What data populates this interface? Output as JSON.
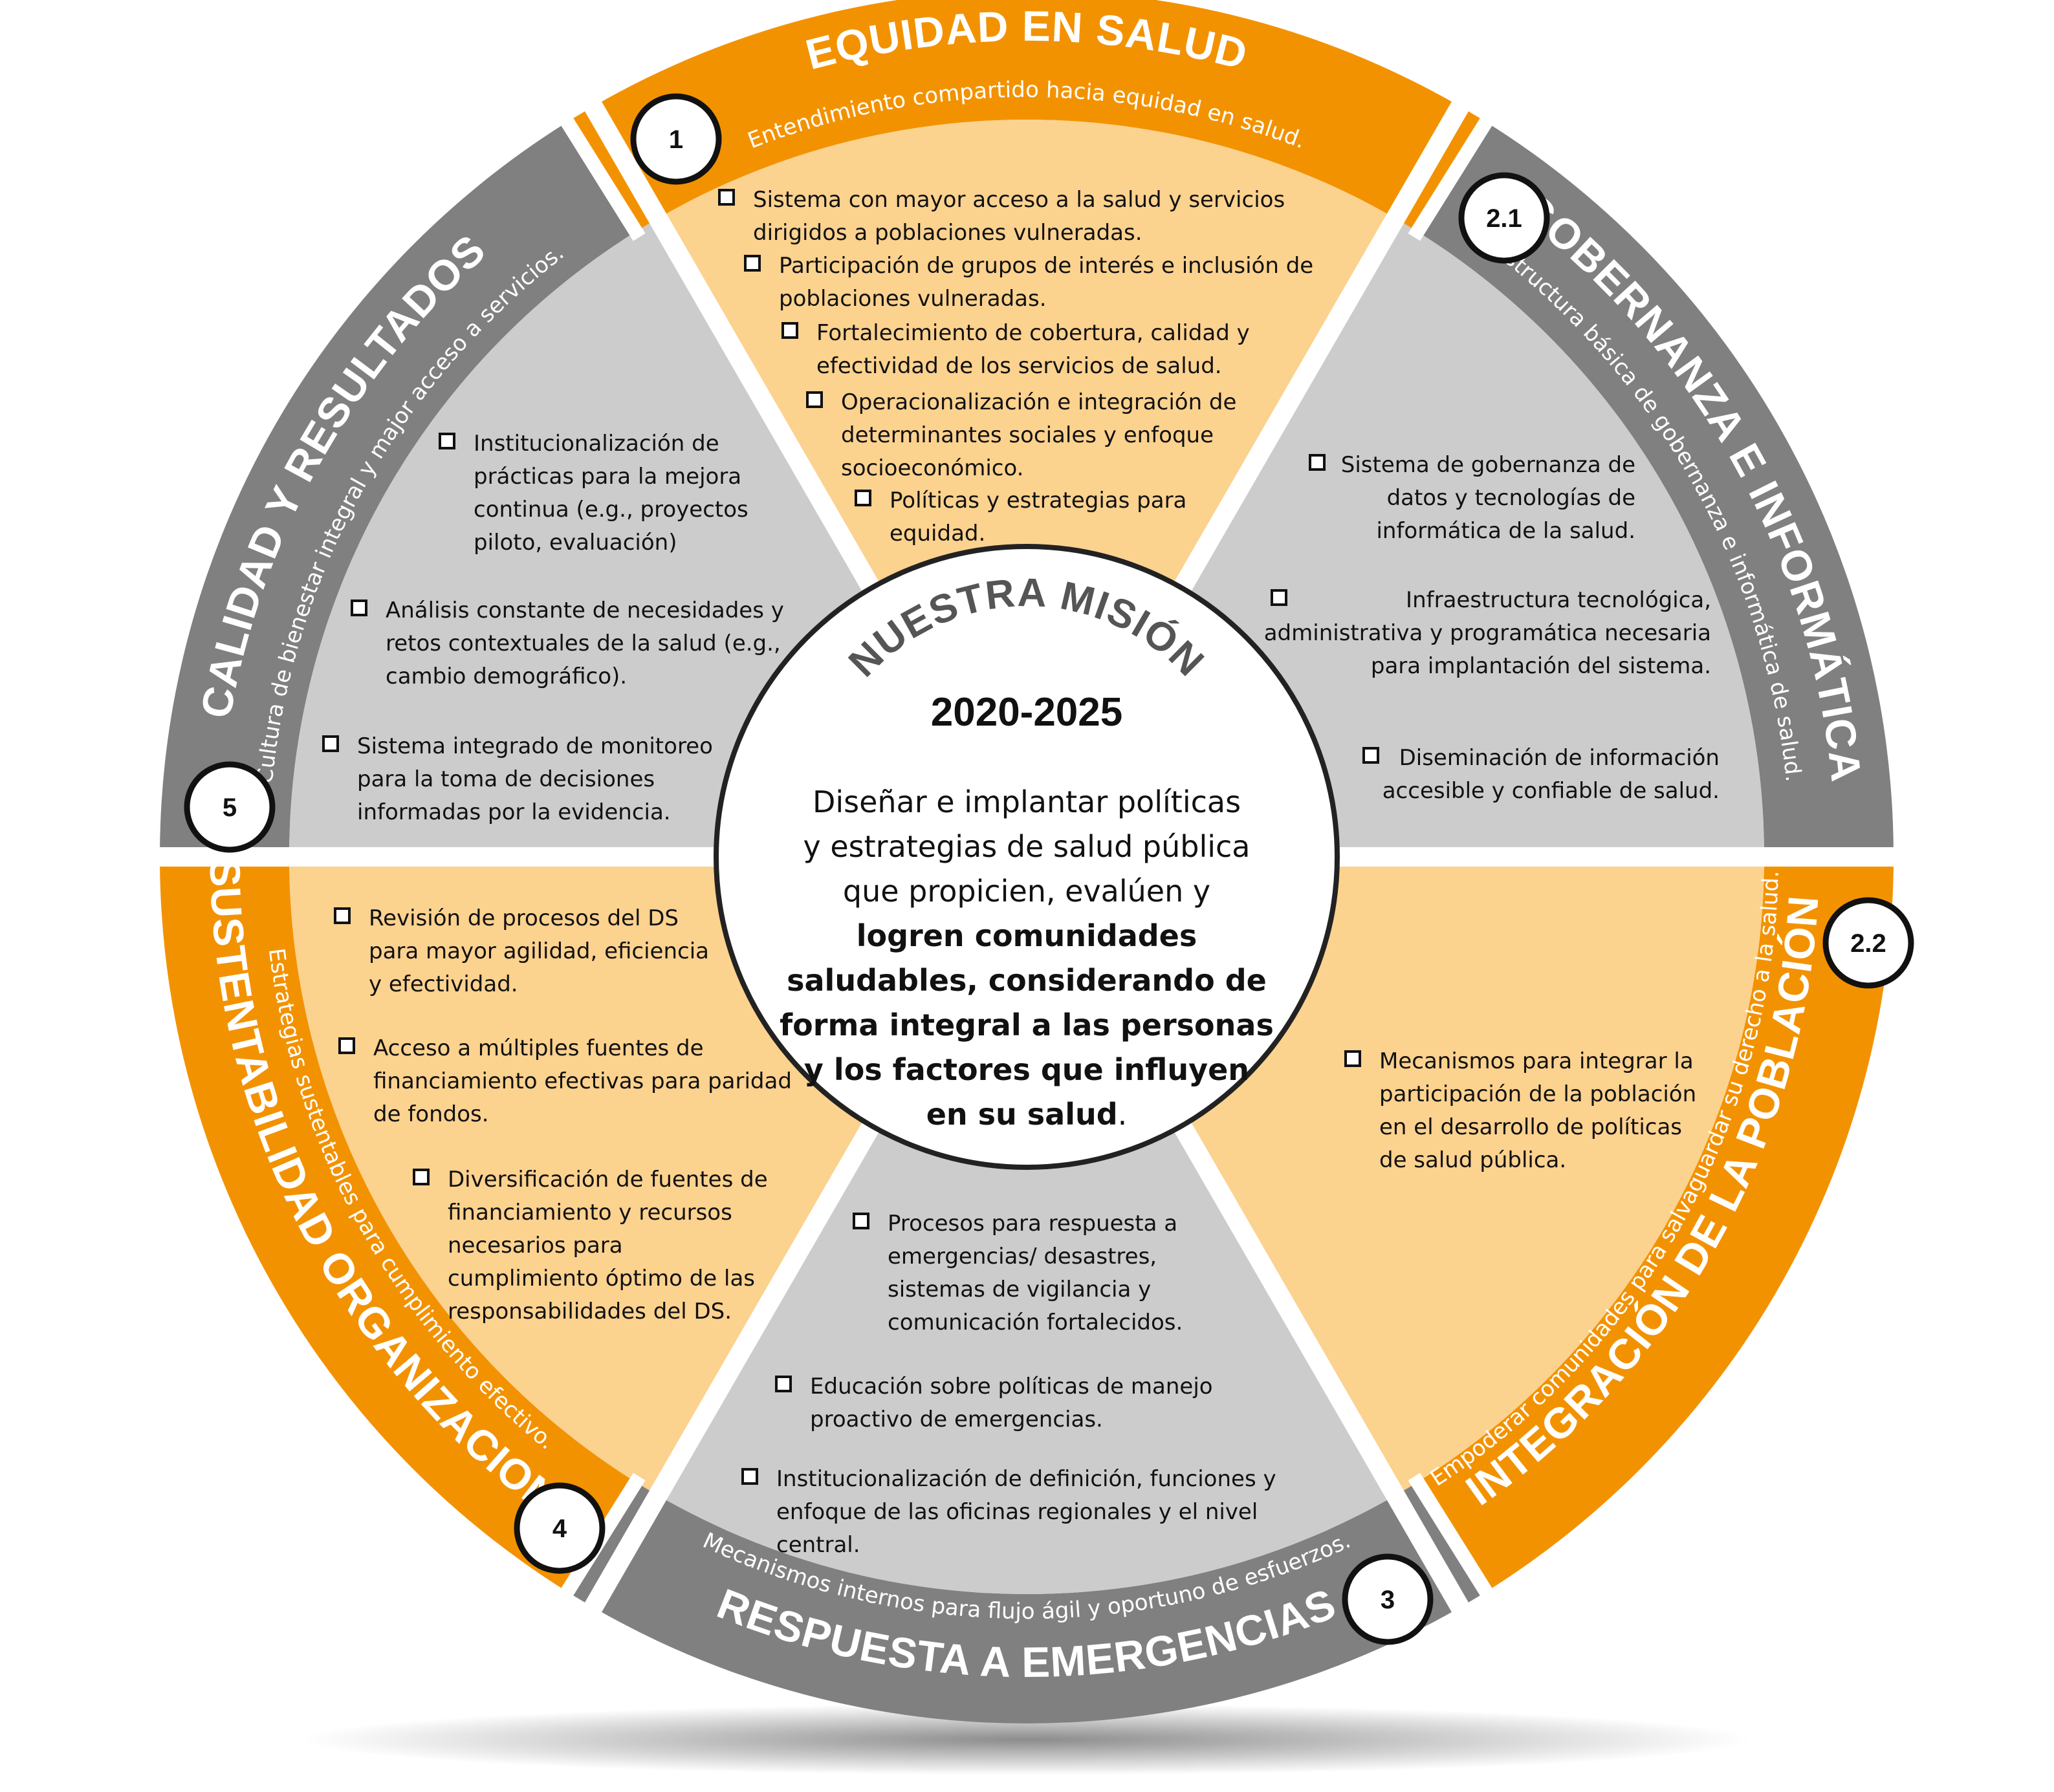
{
  "center": {
    "title": "NUESTRA MISIÓN",
    "years": "2020-2025",
    "lines": [
      {
        "text": "Diseñar e implantar políticas",
        "bold": false
      },
      {
        "text": "y estrategias de salud pública",
        "bold": false
      },
      {
        "text": "que propicien, evalúen y",
        "bold": false
      },
      {
        "text": "logren comunidades",
        "bold": true
      },
      {
        "text": "saludables, considerando de",
        "bold": true
      },
      {
        "text": "forma integral a las personas",
        "bold": true
      },
      {
        "text": "y los factores que influyen",
        "bold": true
      },
      {
        "text": "en su salud",
        "bold": true,
        "suffix": "."
      }
    ]
  },
  "colors": {
    "orange": "#F39200",
    "gray": "#808080",
    "light_orange": "#FCD28F",
    "light_gray": "#CCCCCC",
    "white": "#FFFFFF"
  },
  "sectors": [
    {
      "id": "equidad",
      "number": "1",
      "title": "EQUIDAD EN SALUD",
      "subtitle": "Entendimiento compartido hacia equidad en salud.",
      "items": [
        [
          "Sistema con mayor acceso a la salud y servicios",
          "dirigidos a poblaciones vulneradas."
        ],
        [
          "Participación de grupos de interés e inclusión de",
          "poblaciones vulneradas."
        ],
        [
          "Fortalecimiento de cobertura, calidad y",
          "efectividad de los servicios de salud."
        ],
        [
          "Operacionalización e integración de",
          "determinantes sociales y enfoque",
          "socioeconómico."
        ],
        [
          "Políticas y estrategias para",
          "equidad."
        ]
      ]
    },
    {
      "id": "gobernanza",
      "number": "2.1",
      "title": "GOBERNANZA E INFORMÁTICA",
      "subtitle": "Estructura básica de gobernanza e informática de salud.",
      "items": [
        [
          "Sistema de gobernanza de",
          "datos y tecnologías de",
          "informática de la salud."
        ],
        [
          "Infraestructura tecnológica,",
          "administrativa y programática necesaria",
          "para implantación del sistema."
        ],
        [
          "Diseminación de información",
          "accesible y confiable de salud."
        ]
      ]
    },
    {
      "id": "integracion",
      "number": "2.2",
      "title": "INTEGRACIÓN DE LA POBLACIÓN",
      "subtitle": "Empoderar comunidades para salvaguardar su derecho a la salud.",
      "items": [
        [
          "Mecanismos para integrar la",
          "participación de la población",
          "en el desarrollo de políticas",
          "de salud pública."
        ]
      ]
    },
    {
      "id": "emergencias",
      "number": "3",
      "title": "RESPUESTA A EMERGENCIAS",
      "subtitle": "Mecanismos internos para flujo ágil y oportuno de esfuerzos.",
      "items": [
        [
          "Procesos para respuesta a",
          "emergencias/ desastres,",
          "sistemas de vigilancia y",
          "comunicación fortalecidos."
        ],
        [
          "Educación sobre políticas de manejo",
          "proactivo de emergencias."
        ],
        [
          "Institucionalización de definición, funciones y",
          "enfoque de las oficinas regionales y el nivel",
          "central."
        ]
      ]
    },
    {
      "id": "sustentabilidad",
      "number": "4",
      "title": "SUSTENTABILIDAD ORGANIZACIONAL",
      "subtitle": "Estrategias sustentables para cumplimiento efectivo.",
      "items": [
        [
          "Revisión de procesos del DS",
          "para mayor agilidad, eficiencia",
          "y efectividad."
        ],
        [
          "Acceso a múltiples fuentes de",
          "financiamiento efectivas para paridad",
          "de fondos."
        ],
        [
          "Diversificación de fuentes de",
          "financiamiento y recursos",
          "necesarios para",
          "cumplimiento óptimo de las",
          "responsabilidades del DS."
        ]
      ]
    },
    {
      "id": "calidad",
      "number": "5",
      "title": "CALIDAD Y RESULTADOS",
      "subtitle": "Cultura de bienestar integral y major acceso a servicios.",
      "items": [
        [
          "Institucionalización de",
          "prácticas para la mejora",
          "continua (e.g., proyectos",
          "piloto, evaluación)"
        ],
        [
          "Análisis constante de necesidades y",
          "retos contextuales de la salud (e.g.,",
          "cambio demográfico)."
        ],
        [
          "Sistema integrado de monitoreo",
          "para la toma de decisiones",
          "informadas por la evidencia."
        ]
      ]
    }
  ]
}
